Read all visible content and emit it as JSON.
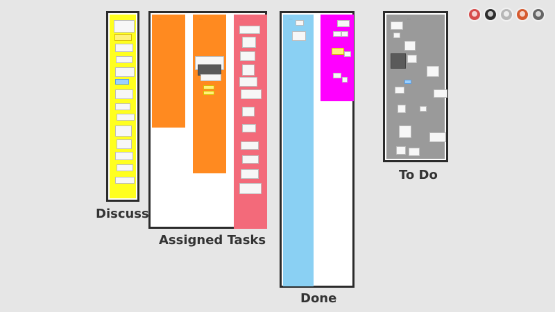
{
  "board": {
    "sections": {
      "discuss": {
        "label": "Discuss",
        "color": "#ffff1f"
      },
      "assigned": {
        "label": "Assigned Tasks",
        "lanes": [
          {
            "name": "orange-lane-1",
            "color": "#ff8a20"
          },
          {
            "name": "orange-lane-2",
            "color": "#ff8a20"
          },
          {
            "name": "pink-lane",
            "color": "#f36a7a"
          }
        ]
      },
      "done": {
        "label": "Done",
        "lanes": [
          {
            "name": "blue-lane",
            "color": "#8ad0f3"
          },
          {
            "name": "magenta-lane",
            "color": "#ff00ff"
          }
        ]
      },
      "todo": {
        "label": "To Do",
        "color": "#9a9a9a"
      }
    }
  },
  "collaborators": [
    {
      "name": "collaborator-1",
      "color": "#d64b4b"
    },
    {
      "name": "collaborator-2",
      "color": "#2d2d2d"
    },
    {
      "name": "collaborator-3",
      "color": "#b7b7b7"
    },
    {
      "name": "collaborator-4",
      "color": "#d55a2f"
    },
    {
      "name": "collaborator-5",
      "color": "#666666"
    }
  ]
}
